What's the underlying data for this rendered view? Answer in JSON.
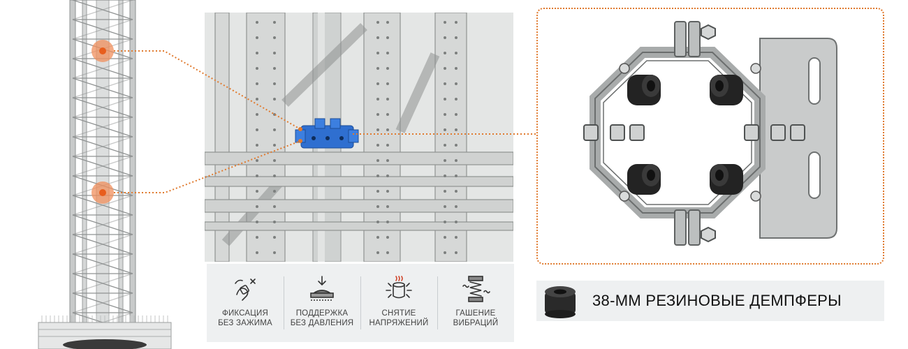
{
  "features": [
    {
      "icon": "clamp-free-icon",
      "line1": "ФИКСАЦИЯ",
      "line2": "БЕЗ ЗАЖИМА"
    },
    {
      "icon": "pressure-free-icon",
      "line1": "ПОДДЕРЖКА",
      "line2": "БЕЗ ДАВЛЕНИЯ"
    },
    {
      "icon": "stress-relief-icon",
      "line1": "СНЯТИЕ",
      "line2": "НАПРЯЖЕНИЙ"
    },
    {
      "icon": "vibration-damping-icon",
      "line1": "ГАШЕНИЕ",
      "line2": "ВИБРАЦИЙ"
    }
  ],
  "damper": {
    "label": "38-ММ РЕЗИНОВЫЕ ДЕМПФЕРЫ"
  },
  "colors": {
    "accent": "#e07a2e",
    "clamp_blue": "#2f6fd0",
    "steel": "#b9bcbc",
    "rubber": "#1c1c1c"
  }
}
